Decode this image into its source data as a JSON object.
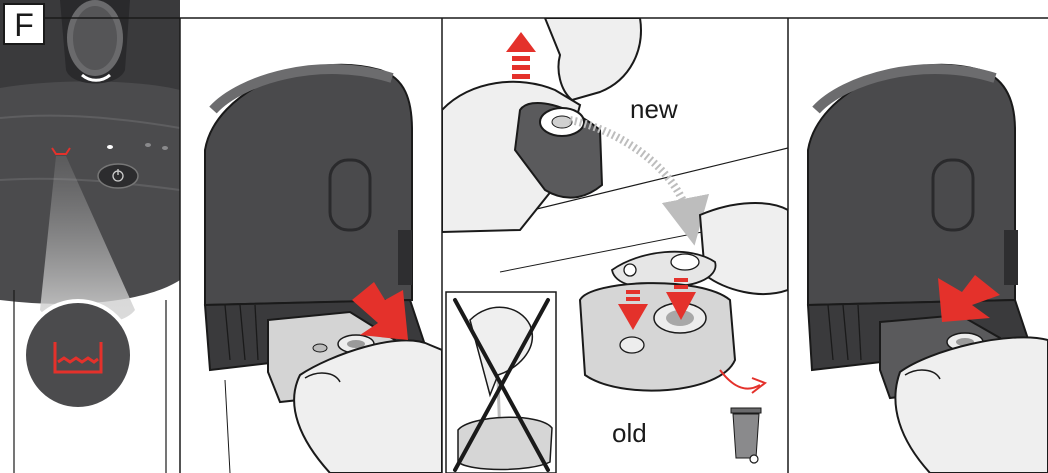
{
  "step_letter": "F",
  "labels": {
    "new": "new",
    "old": "old"
  },
  "icons": {
    "water_tank": "water-tank-icon",
    "prohibited": "cross-out-icon",
    "trash_bin": "trash-bin-icon"
  },
  "colors": {
    "accent_red": "#e4312b",
    "device_dark": "#4a4a4c",
    "outline": "#1a1a1a",
    "hand_light": "#efefef",
    "cartridge_gray": "#d2d2d2"
  },
  "panels": [
    {
      "id": "indicator-light",
      "caption": ""
    },
    {
      "id": "remove-cartridge",
      "caption": ""
    },
    {
      "id": "swap-filter",
      "caption": ""
    },
    {
      "id": "insert-cartridge",
      "caption": ""
    }
  ]
}
